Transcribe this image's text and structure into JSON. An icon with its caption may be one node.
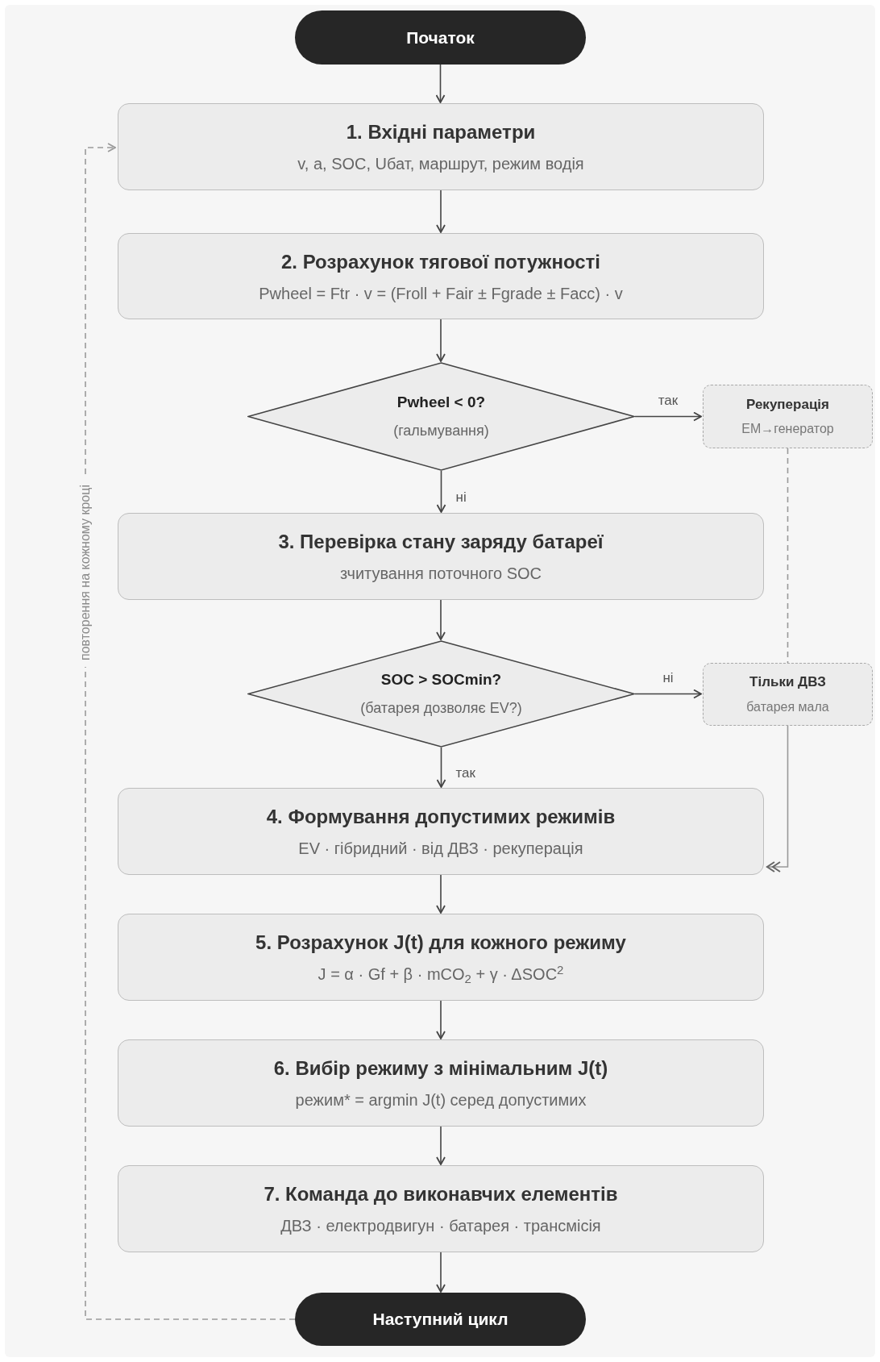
{
  "diagram": {
    "nodes": [
      {
        "text": [
          "Початок"
        ]
      },
      {
        "text": [
          "1. Вхідні параметри",
          "v, a, SOC, Uбат, маршрут, режим водія"
        ]
      },
      {
        "text": [
          "2. Розрахунок тягової потужності",
          "Pwheel = Ftr · v = (Froll + Fair ± Fgrade ± Facc) · v"
        ]
      },
      {
        "text": [
          "Pwheel < 0?",
          "(гальмування)"
        ]
      },
      {
        "text": [
          "Рекуперація",
          "EM→генератор"
        ]
      },
      {
        "text": [
          "3. Перевірка стану заряду батареї",
          "зчитування поточного SOC"
        ]
      },
      {
        "text": [
          "SOC > SOCmin?",
          "(батарея дозволяє EV?)"
        ]
      },
      {
        "text": [
          "Тільки ДВЗ",
          "батарея мала"
        ]
      },
      {
        "text": [
          "4. Формування допустимих режимів",
          "EV · гібридний · від ДВЗ · рекуперація"
        ]
      },
      {
        "text": [
          "5. Розрахунок J(t) для кожного режиму",
          "J = α · Gf + β · mCO$_{2}$ + γ · ΔSOC$^{2}$"
        ]
      },
      {
        "text": [
          "6. Вибір режиму з мінімальним J(t)",
          "режим* = argmin J(t) серед допустимих"
        ]
      },
      {
        "text": [
          "7. Команда до виконавчих елементів",
          "ДВЗ · електродвигун · батарея · трансмісія"
        ]
      },
      {
        "text": [
          "Наступний цикл"
        ]
      }
    ],
    "edges": [
      {
        "from": 0,
        "to": 1,
        "arrow": "to"
      },
      {
        "from": 1,
        "to": 2,
        "arrow": "to"
      },
      {
        "from": 2,
        "to": 3,
        "arrow": "to"
      },
      {
        "from": 3,
        "to": 4,
        "arrow": "to",
        "label": "так"
      },
      {
        "from": 3,
        "to": 5,
        "arrow": "to",
        "label": "ні"
      },
      {
        "from": 5,
        "to": 6,
        "arrow": "to"
      },
      {
        "from": 6,
        "to": 7,
        "arrow": "to",
        "label": "ні"
      },
      {
        "from": 6,
        "to": 8,
        "arrow": "to",
        "label": "так"
      },
      {
        "from": 4,
        "to": 7,
        "arrow": "none",
        "style": "dashed",
        "color": "#9a9a9a"
      },
      {
        "from": 7,
        "to": 8,
        "arrow": "to",
        "color": "#9a9a9a"
      },
      {
        "from": 8,
        "to": 9,
        "arrow": "to"
      },
      {
        "from": 9,
        "to": 10,
        "arrow": "to"
      },
      {
        "from": 10,
        "to": 11,
        "arrow": "to"
      },
      {
        "from": 11,
        "to": 12,
        "arrow": "to"
      },
      {
        "from": 12,
        "to": 1,
        "arrow": "to",
        "style": "dashed",
        "color": "#9a9a9a",
        "label": "повторення на кожному кроці"
      }
    ]
  }
}
